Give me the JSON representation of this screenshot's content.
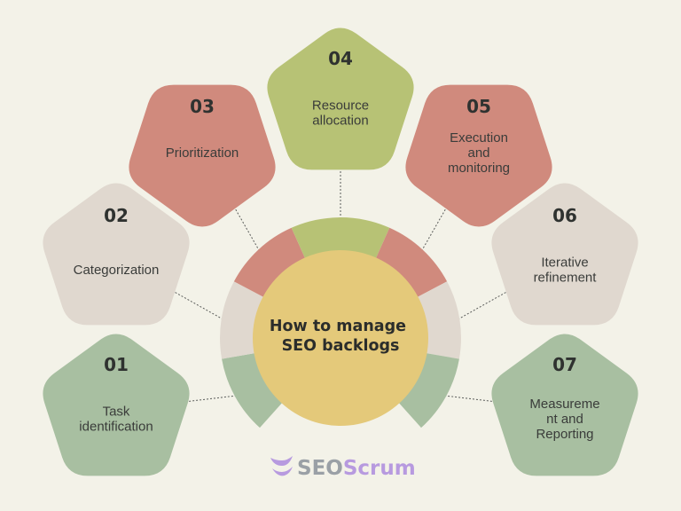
{
  "center": {
    "title_lines": [
      "How to manage",
      "SEO backlogs"
    ]
  },
  "steps": [
    {
      "number": "01",
      "label_lines": [
        "Task",
        "identification"
      ],
      "color": "#a8bfa1"
    },
    {
      "number": "02",
      "label_lines": [
        "Categorization"
      ],
      "color": "#e0d8cf"
    },
    {
      "number": "03",
      "label_lines": [
        "Prioritization"
      ],
      "color": "#d08a7d"
    },
    {
      "number": "04",
      "label_lines": [
        "Resource",
        "allocation"
      ],
      "color": "#b7c275"
    },
    {
      "number": "05",
      "label_lines": [
        "Execution",
        "and",
        "monitoring"
      ],
      "color": "#d08a7d"
    },
    {
      "number": "06",
      "label_lines": [
        "Iterative",
        "refinement"
      ],
      "color": "#e0d8cf"
    },
    {
      "number": "07",
      "label_lines": [
        "Measureme",
        "nt and",
        "Reporting"
      ],
      "color": "#a8bfa1"
    }
  ],
  "brand": {
    "part1": "SEO",
    "part2": "Scrum",
    "logo_icon": "checkmark-swoosh-icon"
  },
  "colors": {
    "background": "#f3f2e8",
    "center_circle": "#e4c97a",
    "brand_purple": "#b79adf",
    "brand_gray": "#9aa0a6"
  }
}
